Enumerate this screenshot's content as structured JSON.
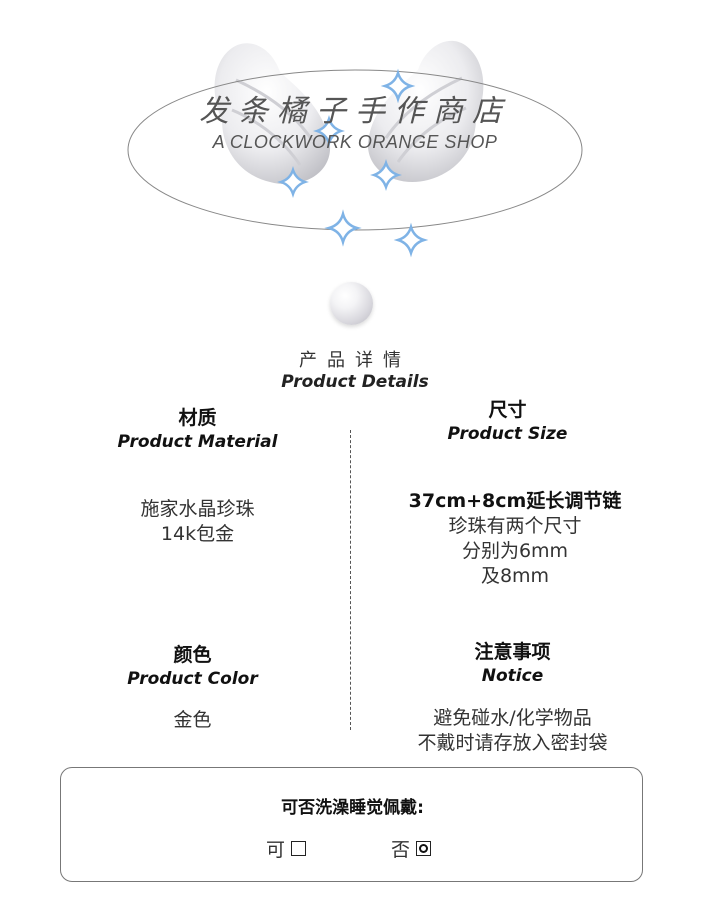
{
  "brand": {
    "name_cn": "发条橘子手作商店",
    "name_en": "A CLOCKWORK ORANGE SHOP"
  },
  "details": {
    "title_cn": "产品详情",
    "title_en": "Product Details"
  },
  "material": {
    "heading_cn": "材质",
    "heading_en": "Product Material",
    "lines": [
      "施家水晶珍珠",
      "14k包金"
    ]
  },
  "size": {
    "heading_cn": "尺寸",
    "heading_en": "Product Size",
    "lines": [
      "37cm+8cm延长调节链",
      "珍珠有两个尺寸",
      "分别为6mm",
      "及8mm"
    ]
  },
  "color": {
    "heading_cn": "颜色",
    "heading_en": "Product Color",
    "value": "金色"
  },
  "notice": {
    "heading_cn": "注意事项",
    "heading_en": "Notice",
    "lines": [
      "避免碰水/化学物品",
      "不戴时请存放入密封袋"
    ]
  },
  "wear_box": {
    "question": "可否洗澡睡觉佩戴:",
    "yes_label": "可",
    "no_label": "否",
    "yes_checked": false,
    "no_checked": true
  },
  "colors": {
    "sparkle": "#9cc6ee",
    "wing": "#e9e9ec"
  }
}
